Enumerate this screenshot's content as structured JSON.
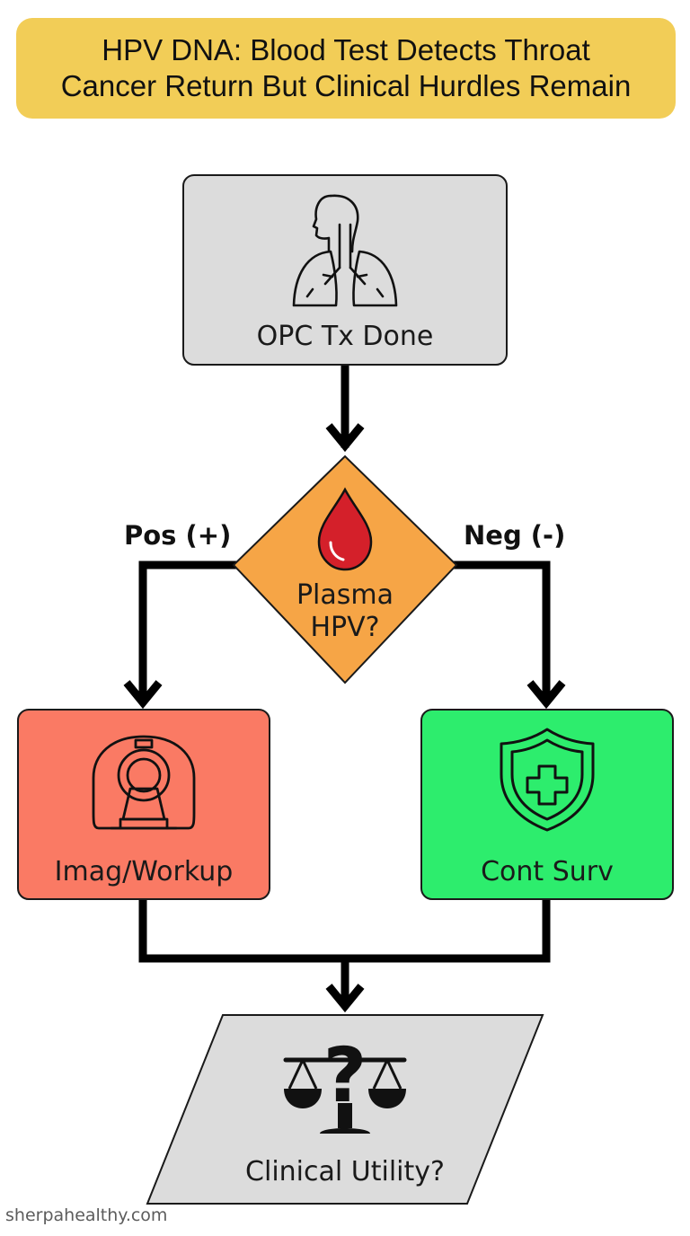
{
  "title": {
    "line1": "HPV DNA: Blood Test Detects Throat",
    "line2": "Cancer Return But Clinical Hurdles Remain"
  },
  "nodes": {
    "start": {
      "label": "OPC Tx Done",
      "icon": "lungs-airway-icon",
      "color": "#dcdcdc"
    },
    "decision": {
      "label_line1": "Plasma",
      "label_line2": "HPV?",
      "icon": "blood-drop-icon",
      "color": "#f6a546"
    },
    "positive": {
      "label": "Imag/Workup",
      "icon": "ct-scanner-icon",
      "color": "#fa7a64"
    },
    "negative": {
      "label": "Cont Surv",
      "icon": "shield-plus-icon",
      "color": "#2ded6d"
    },
    "outcome": {
      "label": "Clinical Utility?",
      "icon": "scales-question-icon",
      "color": "#dcdcdc"
    }
  },
  "branches": {
    "positive": "Pos (+)",
    "negative": "Neg (-)"
  },
  "watermark": "sherpahealthy.com"
}
